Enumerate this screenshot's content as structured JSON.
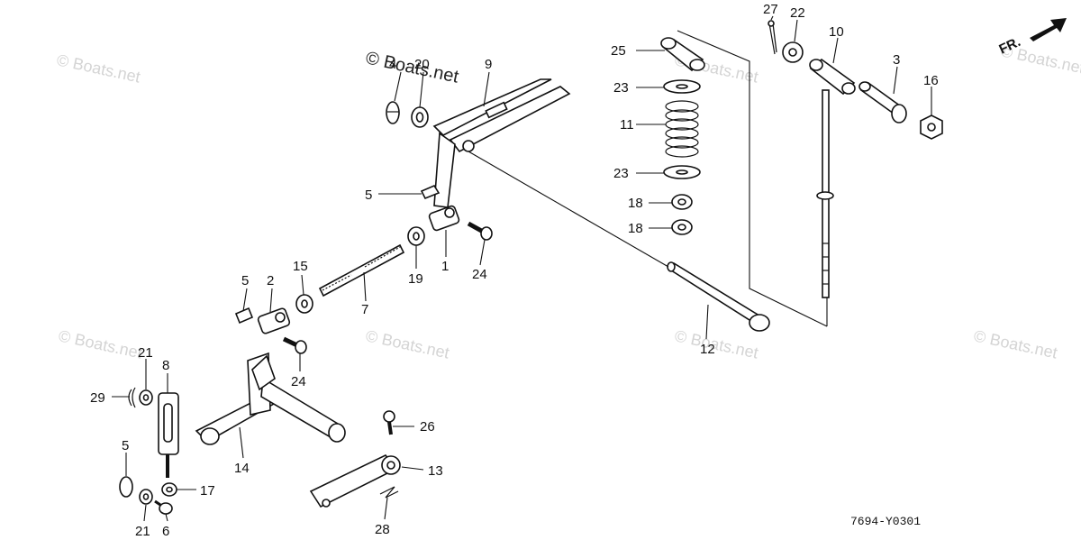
{
  "watermark": {
    "main": "© Boats.net",
    "faint": "© Boats.net"
  },
  "direction": {
    "label": "FR."
  },
  "diagram_code": "7694-Y0301",
  "callouts": {
    "c1": "1",
    "c2": "2",
    "c3": "3",
    "c4": "4",
    "c5a": "5",
    "c5b": "5",
    "c5c": "5",
    "c6": "6",
    "c7": "7",
    "c8": "8",
    "c9": "9",
    "c10": "10",
    "c11": "11",
    "c12": "12",
    "c13": "13",
    "c14": "14",
    "c15": "15",
    "c16": "16",
    "c17": "17",
    "c18a": "18",
    "c18b": "18",
    "c19": "19",
    "c20": "20",
    "c21a": "21",
    "c21b": "21",
    "c22": "22",
    "c23a": "23",
    "c23b": "23",
    "c24a": "24",
    "c24b": "24",
    "c25": "25",
    "c26": "26",
    "c27": "27",
    "c28": "28",
    "c29": "29"
  }
}
